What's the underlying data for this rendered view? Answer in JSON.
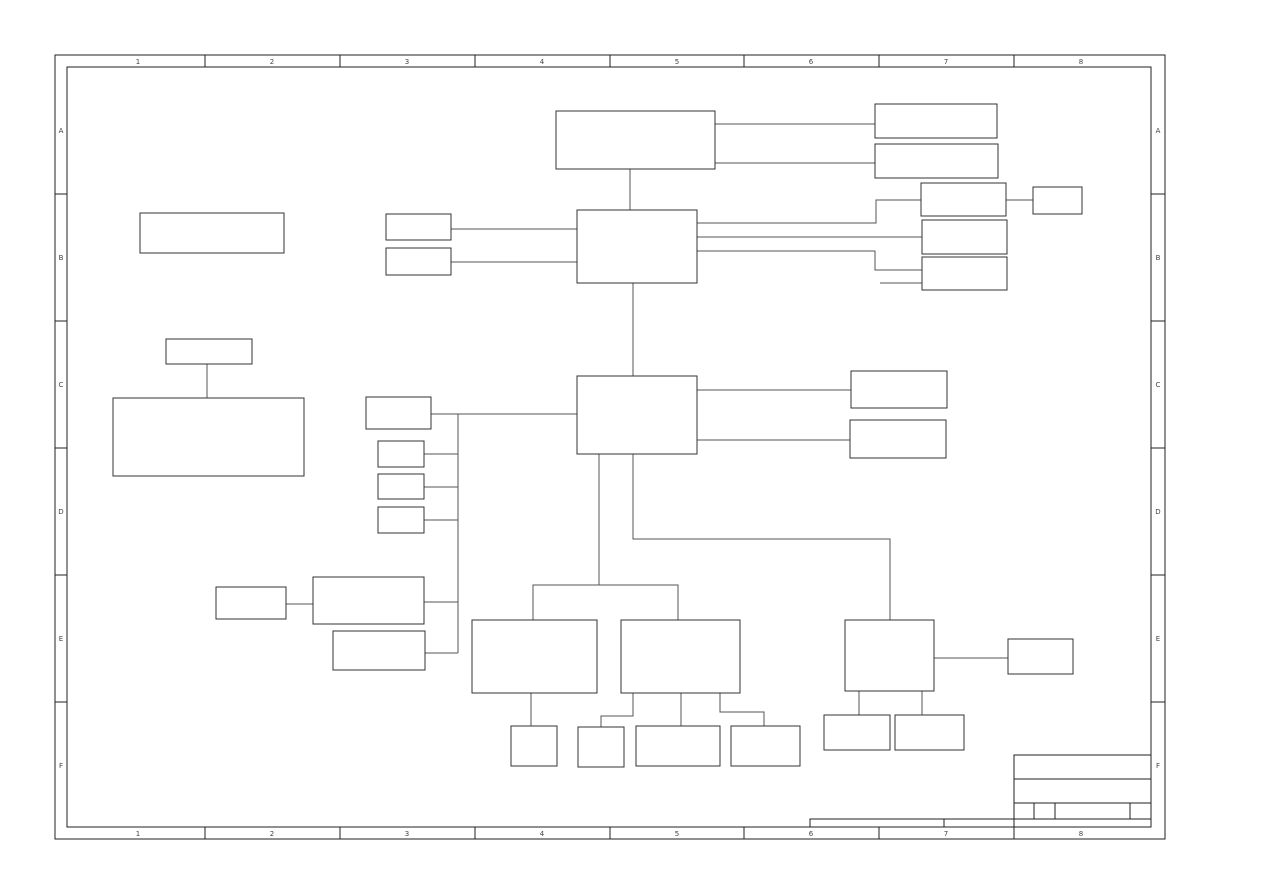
{
  "sheet": {
    "column_labels": [
      "1",
      "2",
      "3",
      "4",
      "5",
      "6",
      "7",
      "8"
    ],
    "row_labels": [
      "A",
      "B",
      "C",
      "D",
      "E",
      "F"
    ]
  },
  "colors": {
    "line": "#333333",
    "paper": "#ffffff"
  }
}
